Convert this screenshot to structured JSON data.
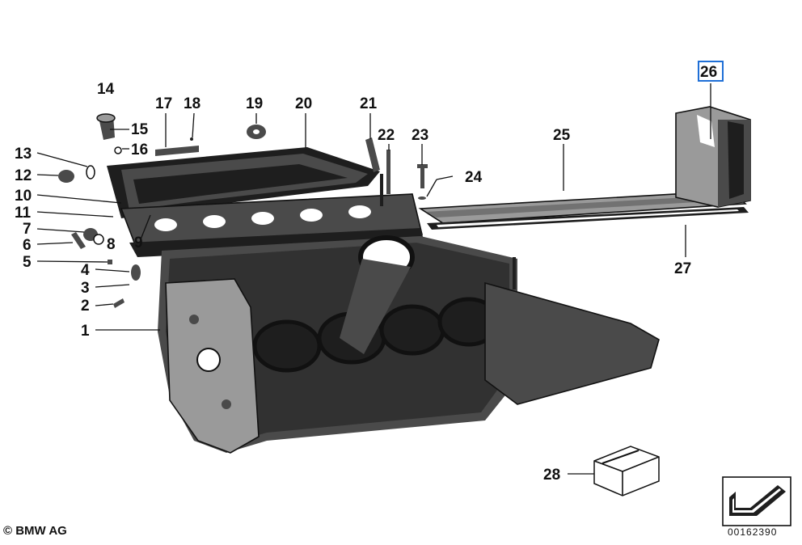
{
  "copyright": "© BMW AG",
  "diagram_code": "00162390",
  "highlighted_part": "26",
  "highlight_color": "#1f6fd6",
  "callouts": [
    {
      "id": "c1",
      "label": "1"
    },
    {
      "id": "c2",
      "label": "2"
    },
    {
      "id": "c3",
      "label": "3"
    },
    {
      "id": "c4",
      "label": "4"
    },
    {
      "id": "c5",
      "label": "5"
    },
    {
      "id": "c6",
      "label": "6"
    },
    {
      "id": "c7",
      "label": "7"
    },
    {
      "id": "c8",
      "label": "8"
    },
    {
      "id": "c9",
      "label": "9"
    },
    {
      "id": "c10",
      "label": "10"
    },
    {
      "id": "c11",
      "label": "11"
    },
    {
      "id": "c12",
      "label": "12"
    },
    {
      "id": "c13",
      "label": "13"
    },
    {
      "id": "c14",
      "label": "14"
    },
    {
      "id": "c15",
      "label": "15"
    },
    {
      "id": "c16",
      "label": "16"
    },
    {
      "id": "c17",
      "label": "17"
    },
    {
      "id": "c18",
      "label": "18"
    },
    {
      "id": "c19",
      "label": "19"
    },
    {
      "id": "c20",
      "label": "20"
    },
    {
      "id": "c21",
      "label": "21"
    },
    {
      "id": "c22",
      "label": "22"
    },
    {
      "id": "c23",
      "label": "23"
    },
    {
      "id": "c24",
      "label": "24"
    },
    {
      "id": "c25",
      "label": "25"
    },
    {
      "id": "c26",
      "label": "26"
    },
    {
      "id": "c27",
      "label": "27"
    },
    {
      "id": "c28",
      "label": "28"
    }
  ]
}
